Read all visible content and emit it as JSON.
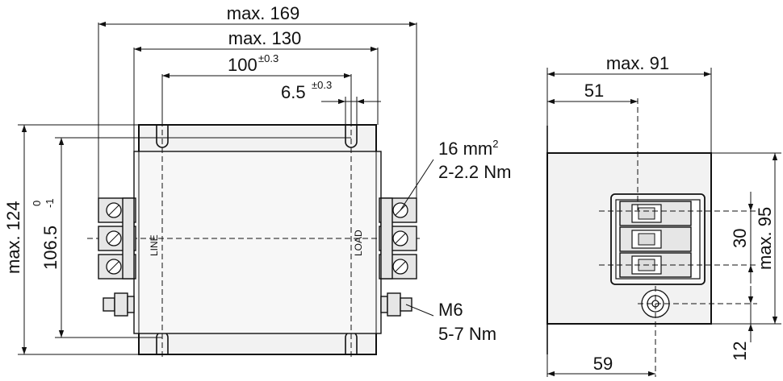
{
  "dimensions": {
    "overall_width": "max. 169",
    "flange_width": "max. 130",
    "hole_spacing": "100",
    "hole_spacing_tol": "±0.3",
    "slot_width": "6.5",
    "slot_width_tol": "±0.3",
    "overall_height": "max. 124",
    "hole_vertical": "106.5",
    "hole_vertical_tol_upper": "0",
    "hole_vertical_tol_lower": "-1",
    "depth": "max. 91",
    "terminal_offset": "51",
    "total_height": "max. 95",
    "terminal_pitch": "30",
    "ground_offset": "12",
    "ground_position": "59"
  },
  "labels": {
    "line": "LINE",
    "load": "LOAD"
  },
  "callouts": {
    "terminal_size": "16 mm",
    "terminal_size_sup": "2",
    "terminal_torque": "2-2.2 Nm",
    "ground_thread": "M6",
    "ground_torque": "5-7 Nm"
  }
}
